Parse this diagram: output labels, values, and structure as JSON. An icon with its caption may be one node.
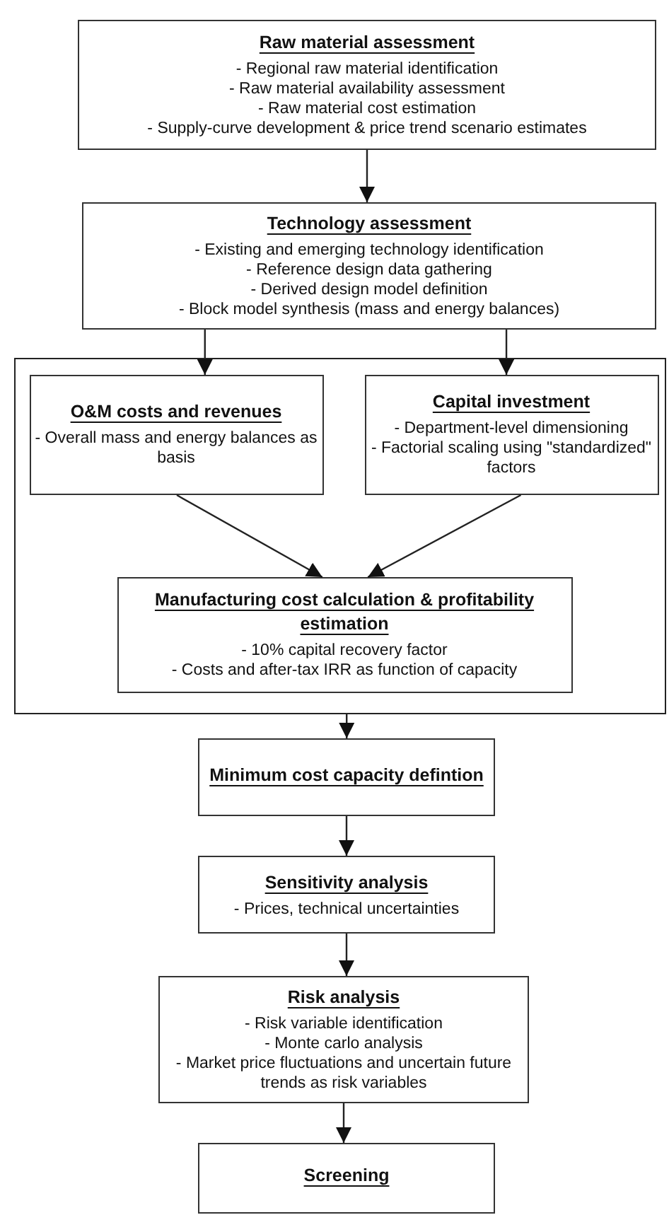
{
  "diagram": {
    "nodes": [
      {
        "text": [
          "Raw material assessment",
          "- Regional raw material identification",
          "- Raw material availability assessment",
          "- Raw material cost estimation",
          "- Supply-curve development & price trend scenario estimates"
        ]
      },
      {
        "text": [
          "Technology assessment",
          "- Existing and emerging technology identification",
          "- Reference design data gathering",
          "- Derived design model definition",
          "- Block model synthesis (mass and energy balances)"
        ]
      },
      {
        "text": [],
        "shape": "box"
      },
      {
        "text": [
          "O&M costs and revenues",
          "- Overall mass and energy balances as basis"
        ],
        "in": 2
      },
      {
        "text": [
          "Capital investment",
          "- Department-level dimensioning",
          "- Factorial scaling using \"standardized\" factors"
        ],
        "in": 2
      },
      {
        "text": [
          "Manufacturing cost calculation & profitability estimation",
          "- 10% capital recovery factor",
          "- Costs and after-tax IRR as function of capacity"
        ],
        "in": 2
      },
      {
        "text": [
          "Minimum cost capacity defintion"
        ]
      },
      {
        "text": [
          "Sensitivity analysis",
          "- Prices, technical uncertainties"
        ]
      },
      {
        "text": [
          "Risk analysis",
          "- Risk variable identification",
          "- Monte carlo analysis",
          "- Market price fluctuations and uncertain future trends as risk variables"
        ]
      },
      {
        "text": [
          "Screening"
        ]
      }
    ],
    "edges": [
      {
        "from": 0,
        "to": 1,
        "arrow": "to"
      },
      {
        "from": 1,
        "to": 3,
        "arrow": "to"
      },
      {
        "from": 1,
        "to": 4,
        "arrow": "to"
      },
      {
        "from": 3,
        "to": 5,
        "arrow": "to"
      },
      {
        "from": 4,
        "to": 5,
        "arrow": "to"
      },
      {
        "from": 2,
        "to": 6,
        "arrow": "to"
      },
      {
        "from": 6,
        "to": 7,
        "arrow": "to"
      },
      {
        "from": 7,
        "to": 8,
        "arrow": "to"
      },
      {
        "from": 8,
        "to": 9,
        "arrow": "to"
      }
    ]
  }
}
